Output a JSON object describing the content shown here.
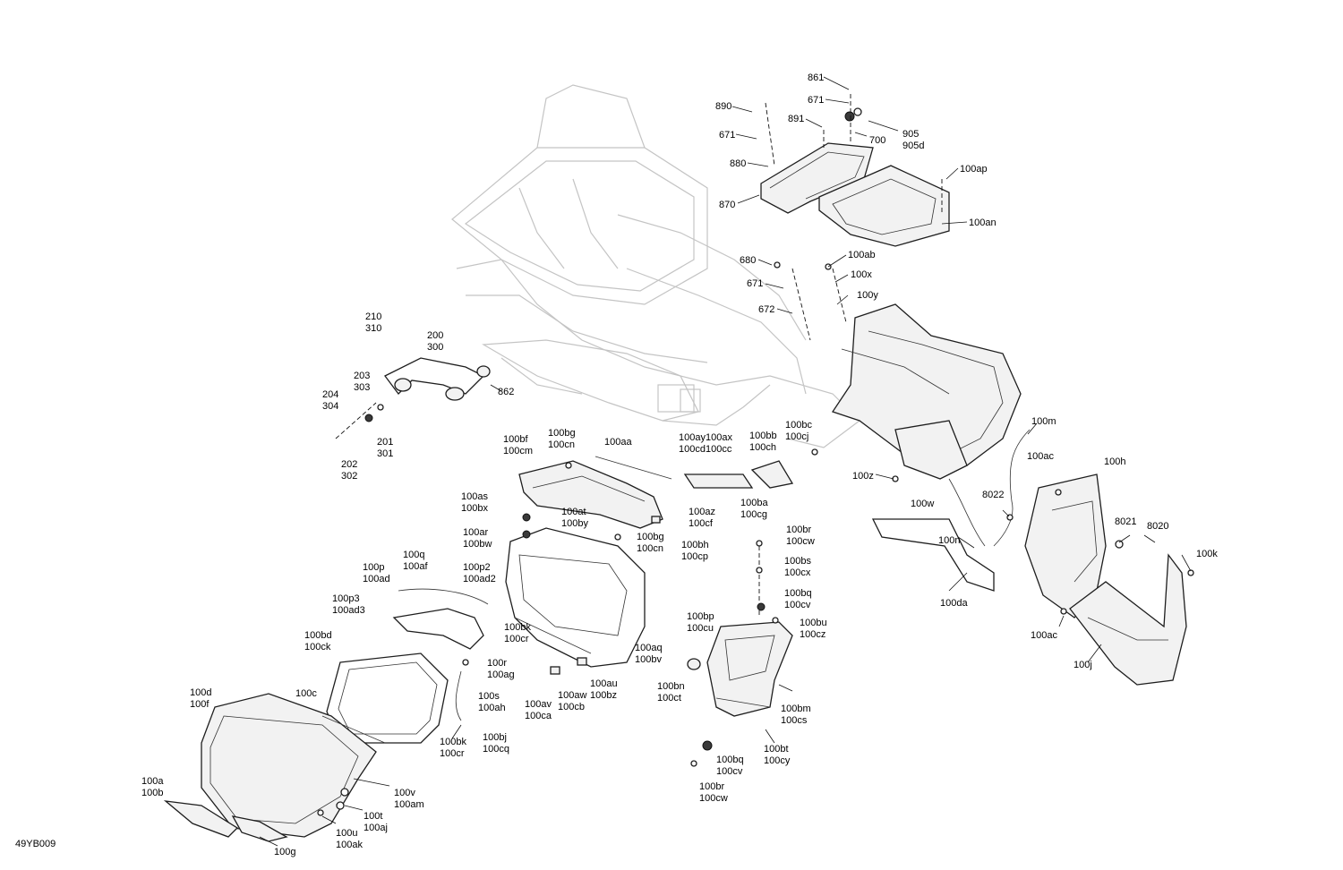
{
  "figure_id": "49YB009",
  "labels": [
    "861",
    "671",
    "890",
    "891",
    "905",
    "905d",
    "700",
    "671",
    "880",
    "870",
    "100ap",
    "100an",
    "680",
    "100ab",
    "671",
    "100x",
    "672",
    "100y",
    "210",
    "310",
    "200",
    "300",
    "203",
    "303",
    "862",
    "204",
    "304",
    "201",
    "301",
    "202",
    "302",
    "100bf",
    "100cm",
    "100bg",
    "100cn",
    "100aa",
    "100ay",
    "100cd",
    "100ax",
    "100cc",
    "100bb",
    "100ch",
    "100bc",
    "100cj",
    "100m",
    "100z",
    "100w",
    "100ac",
    "100h",
    "100as",
    "100bx",
    "100at",
    "100by",
    "100ar",
    "100bw",
    "100bg",
    "100cn",
    "100bh",
    "100cp",
    "100az",
    "100cf",
    "100ba",
    "100cg",
    "8022",
    "8021",
    "8020",
    "100n",
    "100k",
    "100da",
    "100q",
    "100af",
    "100p",
    "100ad",
    "100p2",
    "100ad2",
    "100p3",
    "100ad3",
    "100br",
    "100cw",
    "100bs",
    "100cx",
    "100bq",
    "100cv",
    "100bu",
    "100cz",
    "100bp",
    "100cu",
    "100bk",
    "100cr",
    "100bd",
    "100ck",
    "100r",
    "100ag",
    "100aq",
    "100bv",
    "100ac",
    "100j",
    "100d",
    "100f",
    "100c",
    "100s",
    "100ah",
    "100av",
    "100ca",
    "100aw",
    "100cb",
    "100au",
    "100bz",
    "100bn",
    "100ct",
    "100bm",
    "100cs",
    "100bj",
    "100cq",
    "100bk",
    "100cr",
    "100bt",
    "100cy",
    "100bq",
    "100cv",
    "100a",
    "100b",
    "100v",
    "100am",
    "100t",
    "100aj",
    "100u",
    "100ak",
    "100br",
    "100cw",
    "100g"
  ]
}
